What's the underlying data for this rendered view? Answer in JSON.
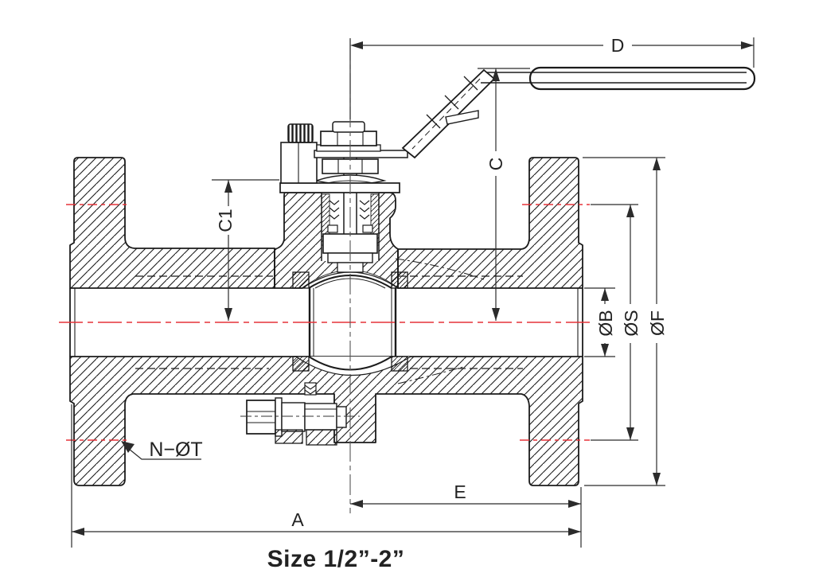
{
  "drawing": {
    "caption": "Size 1/2”-2”",
    "type_note": "flanged ball valve cross-section dimensional drawing",
    "dimension_labels": {
      "handle_length": "D",
      "handle_height": "C",
      "stem_height": "C1",
      "bore_diameter": "ØB",
      "bolt_circle_diameter": "ØS",
      "flange_diameter": "ØF",
      "center_to_face": "E",
      "face_to_face": "A",
      "bolt_holes": "N−ØT"
    },
    "colors": {
      "line": "#1b1b1b",
      "dimension_line": "#2b2b2b",
      "centerline_red": "#e63238",
      "background": "#ffffff"
    }
  }
}
